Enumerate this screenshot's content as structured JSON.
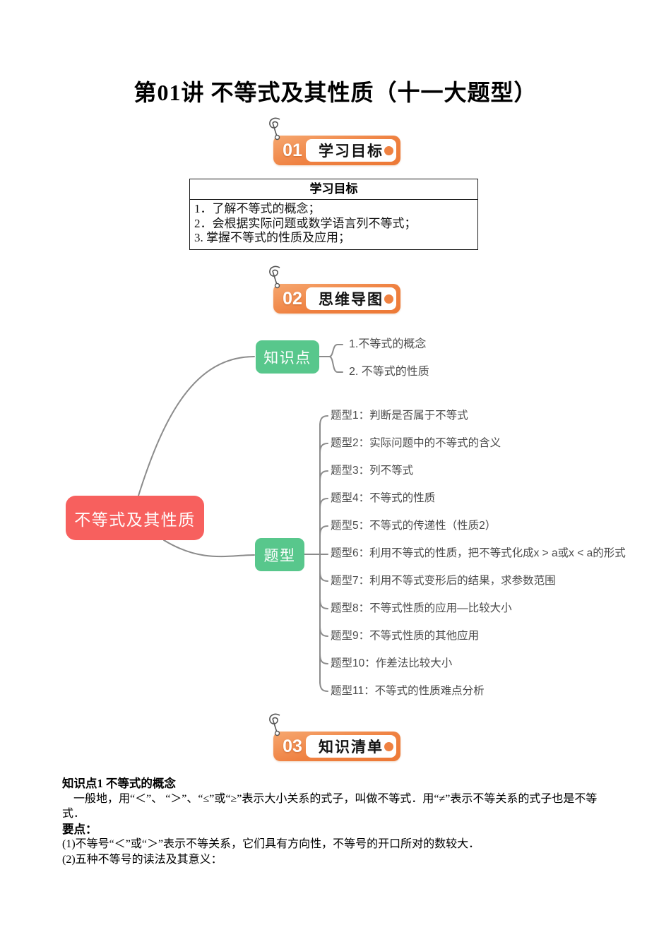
{
  "page": {
    "title": "第01讲 不等式及其性质（十一大题型）"
  },
  "sections": [
    {
      "number": "01",
      "label": "学习目标"
    },
    {
      "number": "02",
      "label": "思维导图"
    },
    {
      "number": "03",
      "label": "知识清单"
    }
  ],
  "objectives_table": {
    "header": "学习目标",
    "items": [
      "1．了解不等式的概念；",
      "2．会根据实际问题或数学语言列不等式；",
      "3. 掌握不等式的性质及应用；"
    ]
  },
  "mindmap": {
    "root": "不等式及其性质",
    "branches": [
      {
        "label": "知识点",
        "children": [
          "1.不等式的概念",
          "2. 不等式的性质"
        ]
      },
      {
        "label": "题型",
        "children": [
          "题型1：判断是否属于不等式",
          "题型2：实际问题中的不等式的含义",
          "题型3：列不等式",
          "题型4：不等式的性质",
          "题型5：不等式的传递性（性质2）",
          "题型6：利用不等式的性质，把不等式化成x > a或x < a的形式",
          "题型7：利用不等式变形后的结果，求参数范围",
          "题型8：不等式性质的应用—比较大小",
          "题型9：不等式性质的其他应用",
          "题型10：作差法比较大小",
          "题型11：不等式的性质难点分析"
        ]
      }
    ],
    "colors": {
      "root": "#F7605E",
      "branch": "#58C78C",
      "connector": "#8B8B8B"
    }
  },
  "knowledge": {
    "heading": "知识点1 不等式的概念",
    "paragraph": "一般地，用“＜”、 “＞”、“≤”或“≥”表示大小关系的式子，叫做不等式．用“≠”表示不等关系的式子也是不等式．",
    "key_label": "要点：",
    "points": [
      "(1)不等号“＜”或“＞”表示不等关系，它们具有方向性，不等号的开口所对的数较大．",
      "(2)五种不等号的读法及其意义："
    ]
  },
  "colors": {
    "badge_orange": "#EF8141",
    "badge_orange_light": "#F6A76F",
    "text_gray": "#4B4B4B"
  }
}
